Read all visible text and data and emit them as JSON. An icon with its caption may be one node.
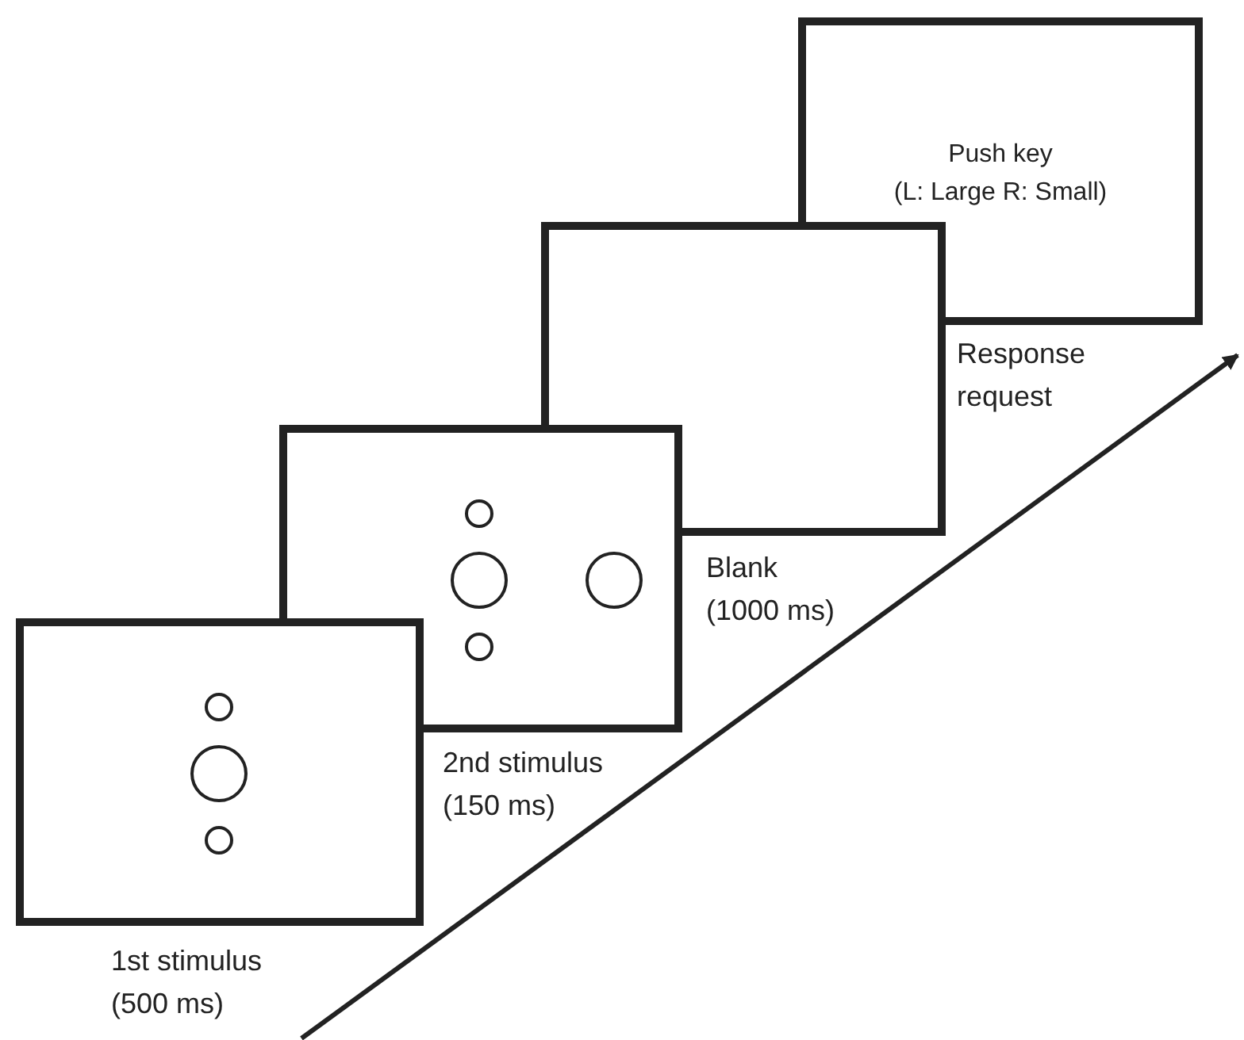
{
  "diagram": {
    "nodes": [
      {
        "text": [],
        "shape": "box",
        "beside": [
          "1st stimulus (500 ms)"
        ]
      },
      {
        "text": [],
        "shape": "circle",
        "in": 0
      },
      {
        "text": [],
        "shape": "circle",
        "in": 0
      },
      {
        "text": [],
        "shape": "circle",
        "in": 0
      },
      {
        "text": [],
        "shape": "box",
        "beside": [
          "2nd stimulus (150 ms)"
        ]
      },
      {
        "text": [],
        "shape": "circle",
        "in": 4
      },
      {
        "text": [],
        "shape": "circle",
        "in": 4
      },
      {
        "text": [],
        "shape": "circle",
        "in": 4
      },
      {
        "text": [],
        "shape": "circle",
        "in": 4
      },
      {
        "text": [],
        "shape": "box",
        "beside": [
          "Blank (1000 ms)"
        ]
      },
      {
        "text": [
          "Push key",
          "(L: Large R: Small)"
        ],
        "beside": [
          "Response request"
        ]
      }
    ],
    "edges": []
  }
}
